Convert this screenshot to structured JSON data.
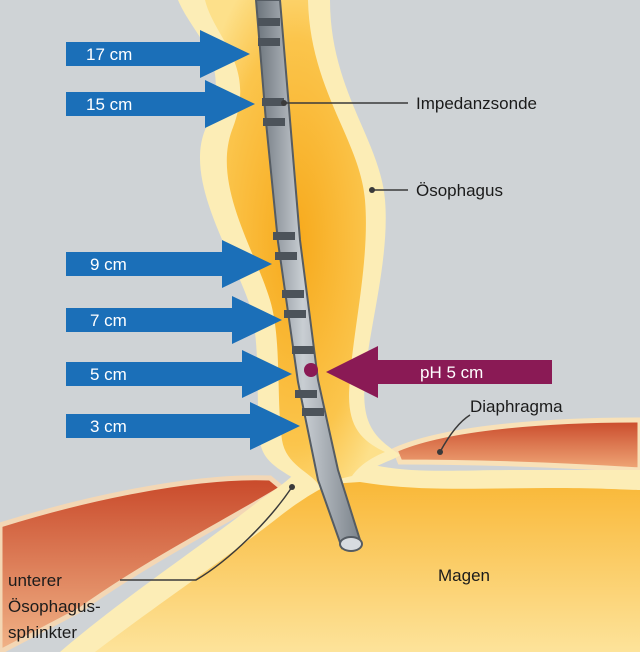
{
  "diagram": {
    "measurement_arrows": [
      {
        "label": "17 cm"
      },
      {
        "label": "15 cm"
      },
      {
        "label": "9 cm"
      },
      {
        "label": "7 cm"
      },
      {
        "label": "5 cm"
      },
      {
        "label": "3 cm"
      }
    ],
    "ph_arrow": {
      "label": "pH 5 cm"
    },
    "labels": {
      "probe": "Impedanzsonde",
      "esophagus": "Ösophagus",
      "diaphragm": "Diaphragma",
      "stomach": "Magen",
      "sphincter_line1": "unterer",
      "sphincter_line2": "Ösophagus-",
      "sphincter_line3": "sphinkter"
    },
    "colors": {
      "background": "#cfd3d6",
      "arrow_blue": "#1b6fb8",
      "ph_arrow": "#8a1a55",
      "lumen": "#f7b42c",
      "wall": "#fcedb6",
      "muscle": "#d0552b",
      "probe": "#9aa2aa"
    }
  }
}
